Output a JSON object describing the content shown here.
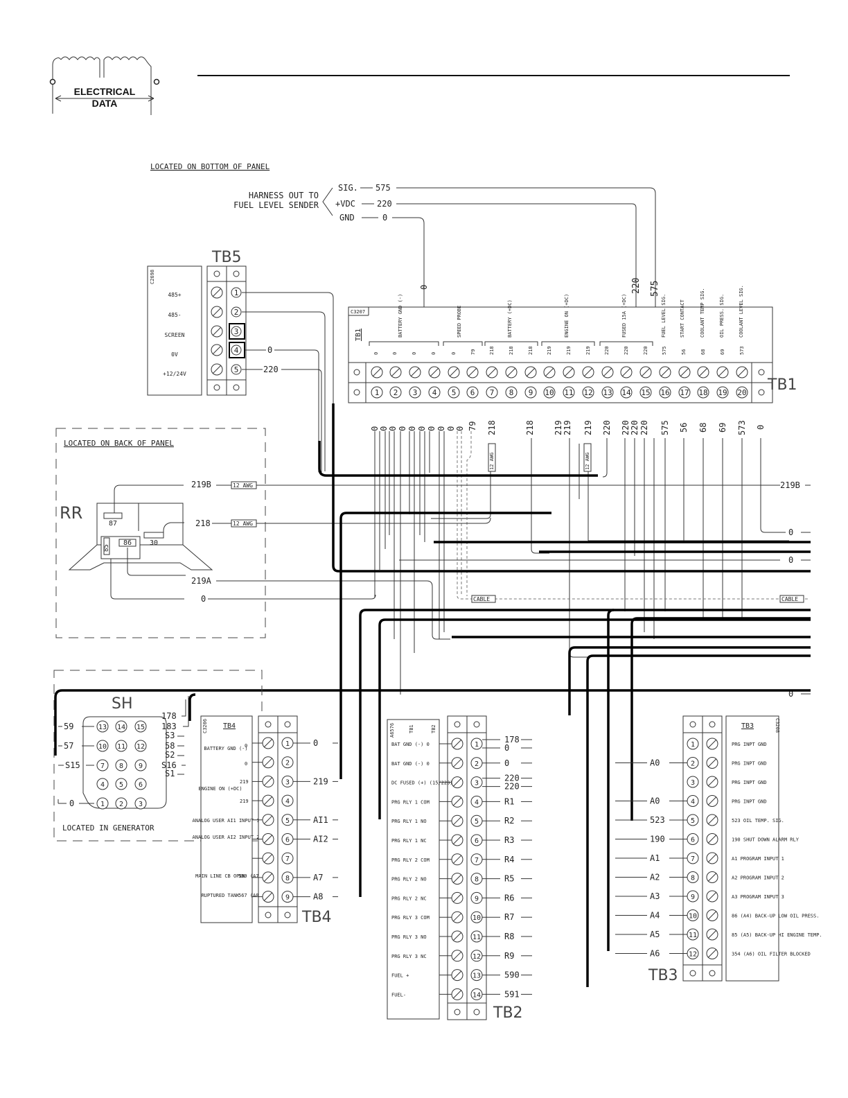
{
  "logo": {
    "line1": "ELECTRICAL",
    "line2": "DATA"
  },
  "notes": {
    "bottom_panel": "LOCATED ON BOTTOM OF PANEL",
    "back_panel": "LOCATED ON BACK OF PANEL",
    "generator": "LOCATED IN GENERATOR"
  },
  "harness": {
    "line1": "HARNESS OUT TO",
    "line2": "FUEL LEVEL SENDER",
    "sig": "SIG.",
    "sig_wire": "575",
    "vdc": "+VDC",
    "vdc_wire": "220",
    "gnd": "GND",
    "gnd_wire": "0"
  },
  "tb5": {
    "title": "TB5",
    "module": "C2698",
    "labels": [
      "485+",
      "485-",
      "SCREEN",
      "0V",
      "+12/24V"
    ],
    "terminals": [
      "1",
      "2",
      "3",
      "4",
      "5"
    ],
    "wire4": "0",
    "wire5": "220"
  },
  "tb1": {
    "title": "TB1",
    "module": "C3207",
    "tag": "TB1",
    "groups": [
      "BATTERY GND (-)",
      "SPEED PROBE",
      "BATTERY (+DC)",
      "ENGINE ON (+DC)",
      "FUSED 15A (+DC)",
      "FUEL LEVEL SIG.",
      "START CONTACT",
      "COOLANT TEMP SIG.",
      "OIL PRESS. SIG.",
      "COOLANT LEVEL SIG."
    ],
    "top_wires": [
      "0",
      "0",
      "0",
      "0",
      "0",
      "79",
      "218",
      "218",
      "218",
      "219",
      "219",
      "219",
      "220",
      "220",
      "220",
      "575",
      "56",
      "68",
      "69",
      "573"
    ],
    "terminals": [
      "1",
      "2",
      "3",
      "4",
      "5",
      "6",
      "7",
      "8",
      "9",
      "10",
      "11",
      "12",
      "13",
      "14",
      "15",
      "16",
      "17",
      "18",
      "19",
      "20"
    ],
    "bottom_wires": [
      "0",
      "0",
      "0",
      "0",
      "0",
      "0",
      "0",
      "0",
      "0",
      "0",
      "79",
      "218",
      "218",
      "219",
      "219",
      "219",
      "220",
      "220",
      "220",
      "220",
      "575",
      "56",
      "68",
      "69",
      "573",
      "0"
    ],
    "above_0": "0",
    "above_220": "220",
    "above_575": "575"
  },
  "rr": {
    "title": "RR",
    "pins": [
      "87",
      "30",
      "85",
      "86"
    ],
    "w219b": "219B",
    "w218": "218",
    "w219a": "219A",
    "w0": "0",
    "awg": "12 AWG"
  },
  "right_labels": [
    "219B",
    "0",
    "0",
    "CABLE",
    "0"
  ],
  "cable_left": "CABLE",
  "awg_tb1a": "12 AWG",
  "awg_tb1b": "12 AWG",
  "awg_tb1c": "12 AWG",
  "sh": {
    "title": "SH",
    "pins": [
      "13",
      "14",
      "15",
      "10",
      "11",
      "12",
      "7",
      "8",
      "9",
      "4",
      "5",
      "6",
      "1",
      "2",
      "3"
    ],
    "left_wires": [
      "59",
      "57",
      "S15",
      "0"
    ],
    "right_wires": [
      "178",
      "183",
      "S3",
      "58",
      "S2",
      "S16",
      "S1"
    ]
  },
  "tb4": {
    "title": "TB4",
    "module": "C3206",
    "tag": "TB4",
    "labels": [
      "BATTERY GND (-)",
      "ENGINE ON (+DC)",
      "ANALOG USER AI1 INPUT 1",
      "ANALOG USER AI2 INPUT 2",
      "MAIN LINE CB OPEN",
      "RUPTURED TANK"
    ],
    "label_codes": [
      "0",
      "0",
      "219",
      "219",
      "589 (A7)",
      "567 (A8)"
    ],
    "terminals": [
      "1",
      "2",
      "3",
      "4",
      "5",
      "6",
      "7",
      "8",
      "9"
    ],
    "wires": [
      "0",
      "",
      "219",
      "",
      "AI1",
      "AI2",
      "",
      "A7",
      "A8"
    ]
  },
  "tb2": {
    "title": "TB2",
    "module": "A6576",
    "header_left": "TB1",
    "header_right": "TB2",
    "labels": [
      "BAT GND (-) 0",
      "BAT GND (-) 0",
      "DC FUSED (+) (15/220)",
      "PRG RLY 1 COM",
      "PRG RLY 1 NO",
      "PRG RLY 1 NC",
      "PRG RLY 2 COM",
      "PRG RLY 2 NO",
      "PRG RLY 2 NC",
      "PRG RLY 3 COM",
      "PRG RLY 3 NO",
      "PRG RLY 3 NC",
      "FUEL +",
      "FUEL-"
    ],
    "terminals": [
      "1",
      "2",
      "3",
      "4",
      "5",
      "6",
      "7",
      "8",
      "9",
      "10",
      "11",
      "12",
      "13",
      "14"
    ],
    "wires": [
      "178",
      "0",
      "0",
      "220",
      "220",
      "R1",
      "R2",
      "R3",
      "R4",
      "R5",
      "R6",
      "R7",
      "R8",
      "R9",
      "590",
      "591"
    ]
  },
  "tb3": {
    "title": "TB3",
    "module": "C3208",
    "tag": "TB3",
    "labels": [
      "PRG INPT GND",
      "PRG INPT GND",
      "PRG INPT GND",
      "PRG INPT GND",
      "523 OIL TEMP. SIG.",
      "190 SHUT DOWN ALARM RLY",
      "A1 PROGRAM INPUT 1",
      "A2 PROGRAM INPUT 2",
      "A3 PROGRAM INPUT 3",
      "86 (A4) BACK-UP LOW OIL PRESS.",
      "85 (A5) BACK-UP HI ENGINE TEMP.",
      "354 (A6) OIL FILTER BLOCKED"
    ],
    "terminals": [
      "1",
      "2",
      "3",
      "4",
      "5",
      "6",
      "7",
      "8",
      "9",
      "10",
      "11",
      "12"
    ],
    "wires": [
      "",
      "A0",
      "",
      "A0",
      "523",
      "190",
      "A1",
      "A2",
      "A3",
      "A4",
      "A5",
      "A6"
    ]
  }
}
